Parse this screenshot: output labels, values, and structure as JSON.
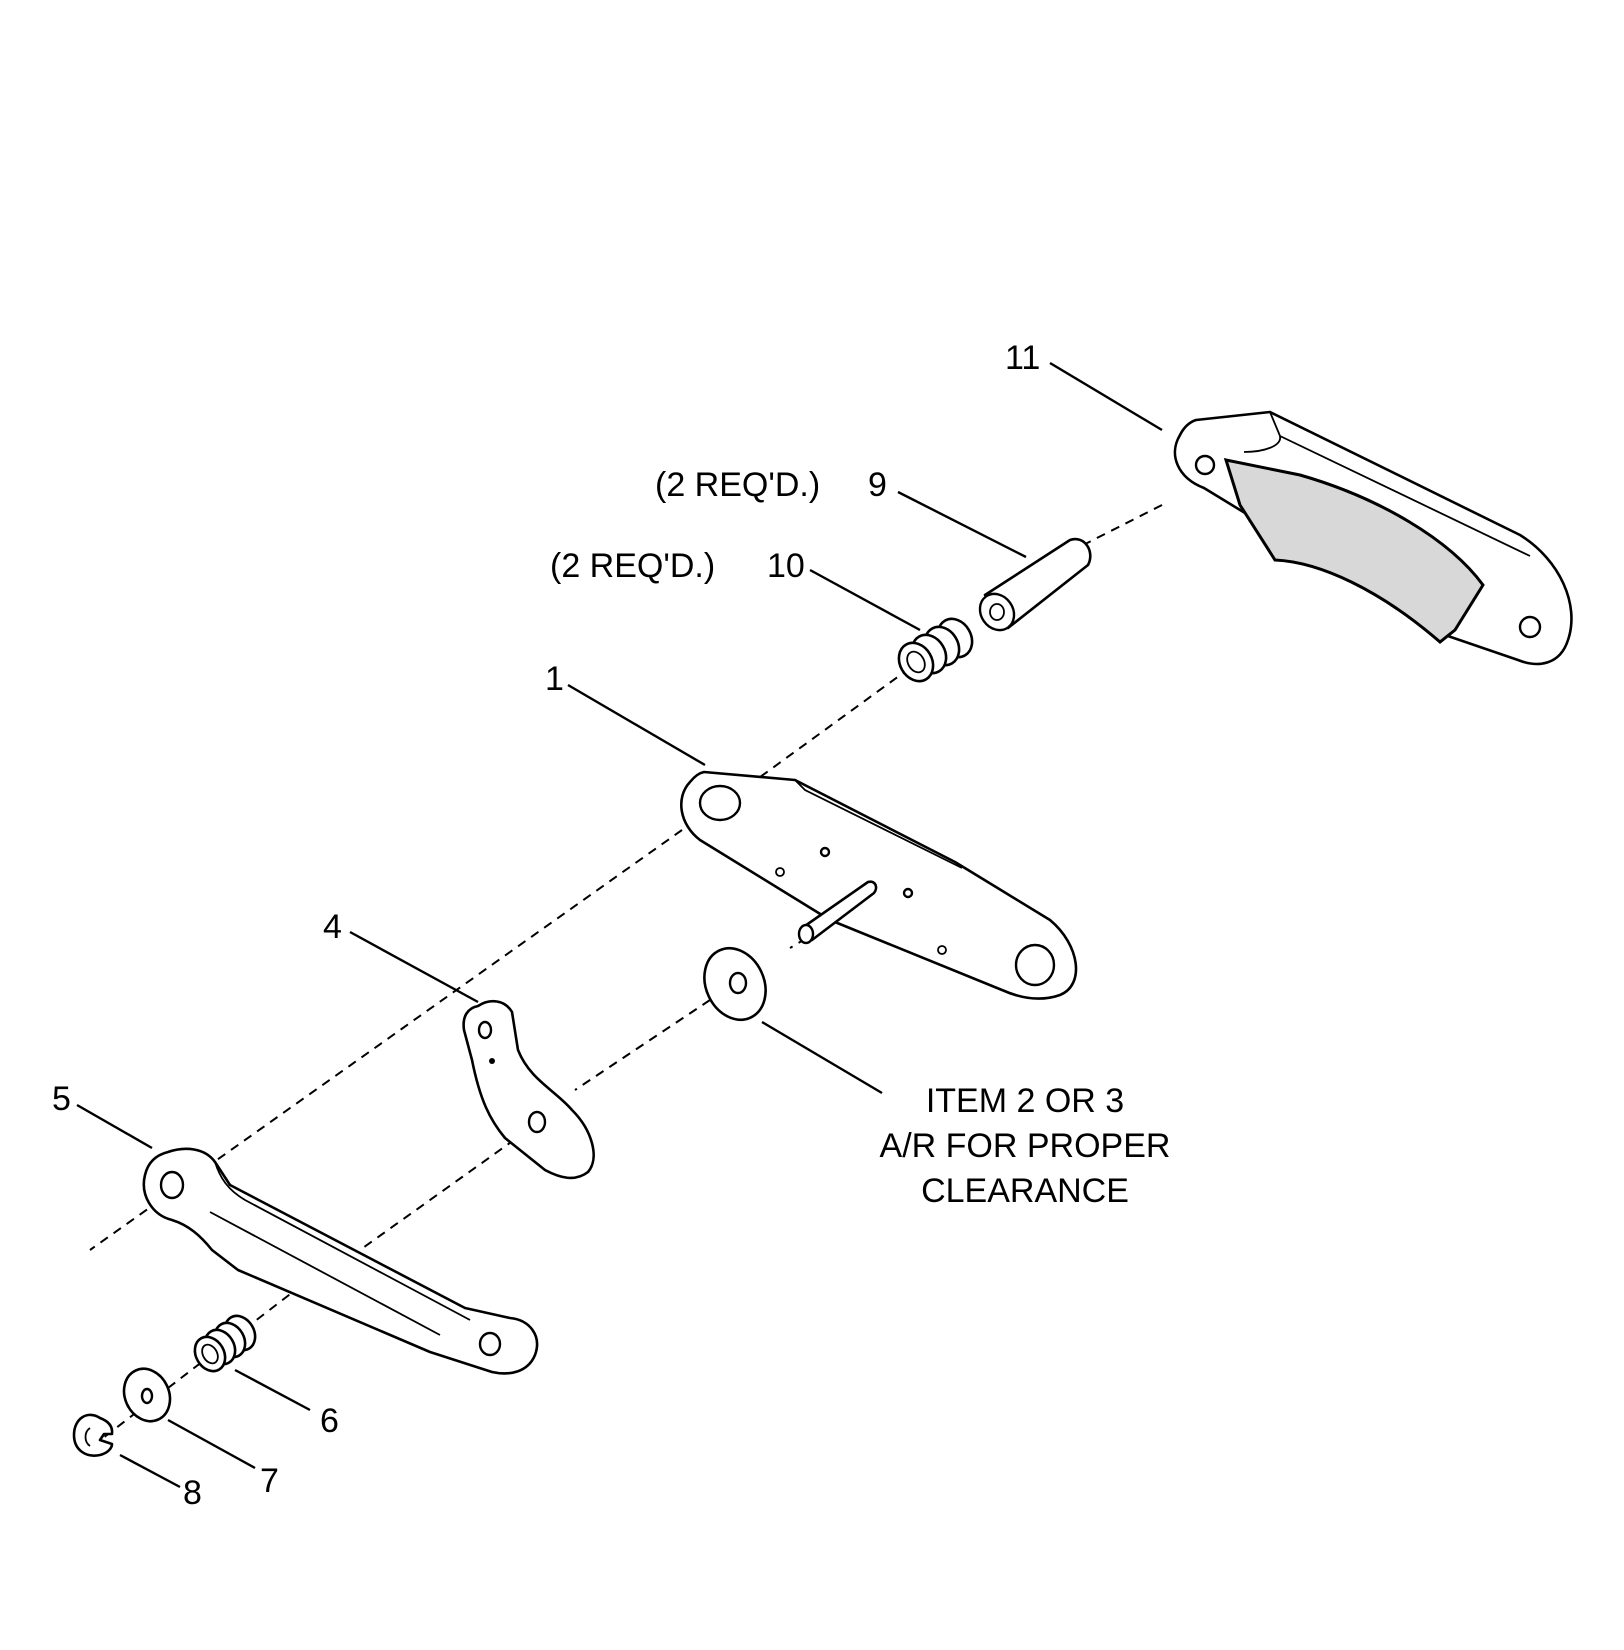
{
  "diagram": {
    "callouts": {
      "item_1": "1",
      "item_4": "4",
      "item_5": "5",
      "item_6": "6",
      "item_7": "7",
      "item_8": "8",
      "item_9": "9",
      "item_10": "10",
      "item_11": "11"
    },
    "notes": {
      "qty_9": "(2 REQ'D.)",
      "qty_10": "(2 REQ'D.)",
      "item_2_3_line1": "ITEM 2 OR 3",
      "item_2_3_line2": "A/R FOR PROPER",
      "item_2_3_line3": "CLEARANCE"
    }
  }
}
